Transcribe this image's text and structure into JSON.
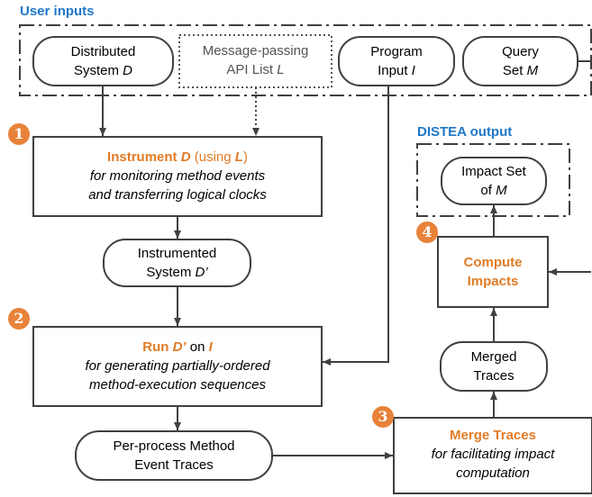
{
  "headings": {
    "user_inputs": "User inputs",
    "distea_output": "DISTEA output"
  },
  "inputs": {
    "distributed_system": {
      "line1": "Distributed",
      "line2_a": "System ",
      "line2_var": "D"
    },
    "api_list": {
      "line1": "Message-passing",
      "line2_a": "API List ",
      "line2_var": "L"
    },
    "program_input": {
      "line1": "Program",
      "line2_a": "Input ",
      "line2_var": "I"
    },
    "query_set": {
      "line1": "Query",
      "line2_a": "Set ",
      "line2_var": "M"
    }
  },
  "steps": {
    "instrument": {
      "number": "1",
      "title_a": "Instrument ",
      "title_var": "D",
      "title_b": " (using ",
      "title_var2": "L",
      "title_c": ")",
      "desc1": "for monitoring method events",
      "desc2": "and transferring logical clocks"
    },
    "run": {
      "number": "2",
      "title_a": "Run ",
      "title_var": "D’",
      "title_b": " on ",
      "title_var2": "I",
      "desc1": "for generating partially-ordered",
      "desc2": "method-execution sequences"
    },
    "merge": {
      "number": "3",
      "title": "Merge Traces",
      "desc1": "for facilitating impact",
      "desc2": "computation"
    },
    "compute": {
      "number": "4",
      "title1": "Compute",
      "title2": "Impacts"
    }
  },
  "artifacts": {
    "instrumented": {
      "line1": "Instrumented",
      "line2_a": "System ",
      "line2_var": "D’"
    },
    "traces": {
      "line1": "Per-process Method",
      "line2": "Event Traces"
    },
    "merged": {
      "line1": "Merged",
      "line2": "Traces"
    },
    "impact_set": {
      "line1": "Impact Set",
      "line2_a": "of ",
      "line2_var": "M"
    }
  },
  "colors": {
    "accent_orange": "#e07b25",
    "badge_orange": "#e8823a",
    "heading_blue": "#1f77c8",
    "stroke": "#404040"
  }
}
